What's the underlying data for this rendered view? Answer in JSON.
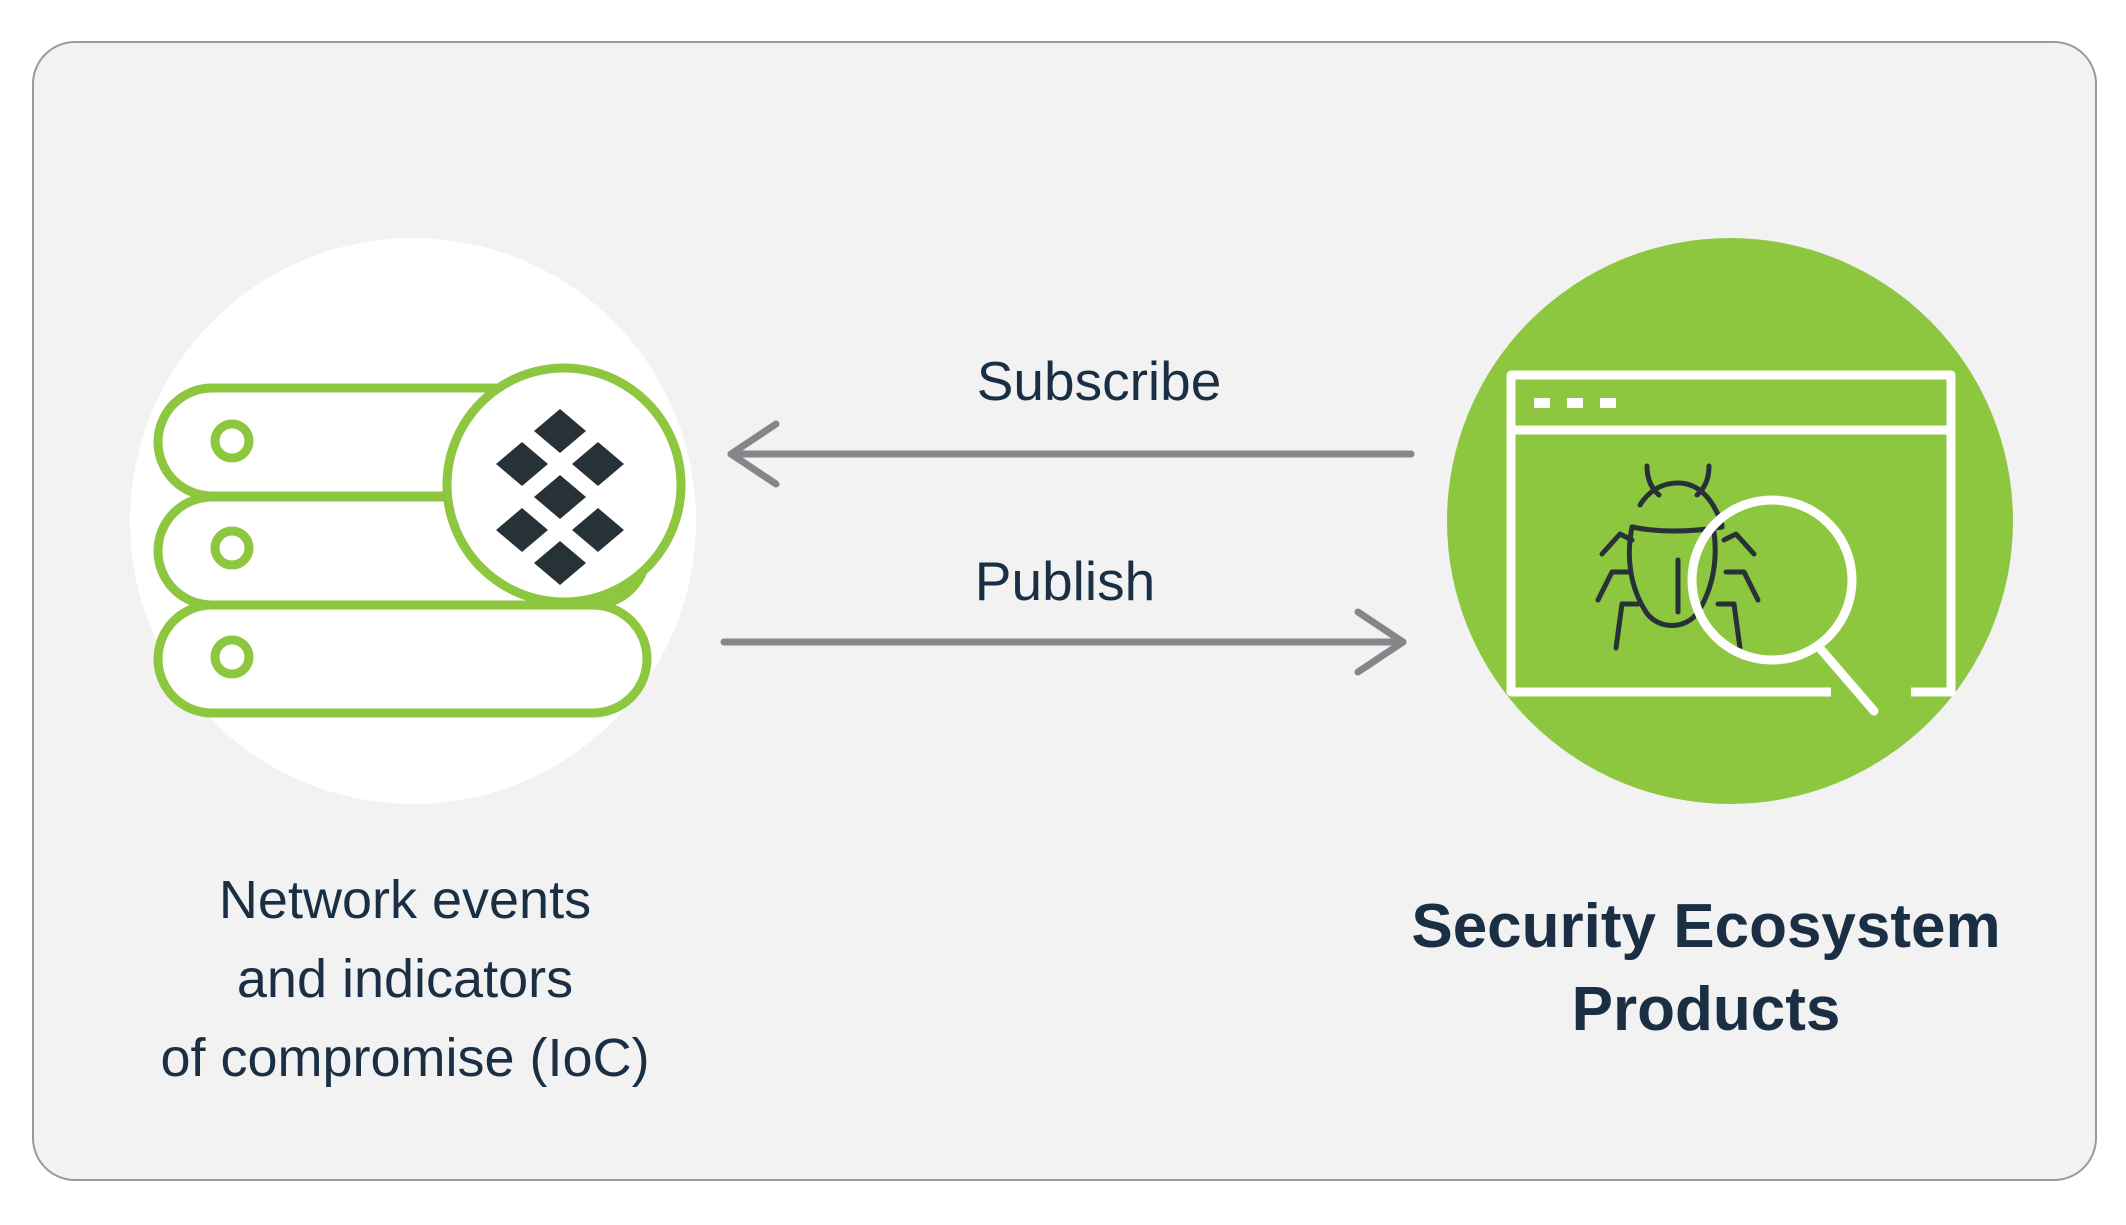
{
  "colors": {
    "panel_bg": "#f2f2f2",
    "panel_border": "#9a9a9a",
    "accent_green": "#8dc63f",
    "dark": "#263238",
    "text": "#1b2f44",
    "arrow": "#86868a",
    "white": "#ffffff"
  },
  "left_node": {
    "icon": "server-stack-with-logo-icon",
    "label_lines": [
      "Network events",
      "and indicators",
      "of compromise (IoC)"
    ]
  },
  "right_node": {
    "icon": "browser-bug-magnifier-icon",
    "label_lines": [
      "Security Ecosystem",
      "Products"
    ]
  },
  "edges": {
    "subscribe": {
      "label": "Subscribe",
      "direction": "right-to-left"
    },
    "publish": {
      "label": "Publish",
      "direction": "left-to-right"
    }
  }
}
